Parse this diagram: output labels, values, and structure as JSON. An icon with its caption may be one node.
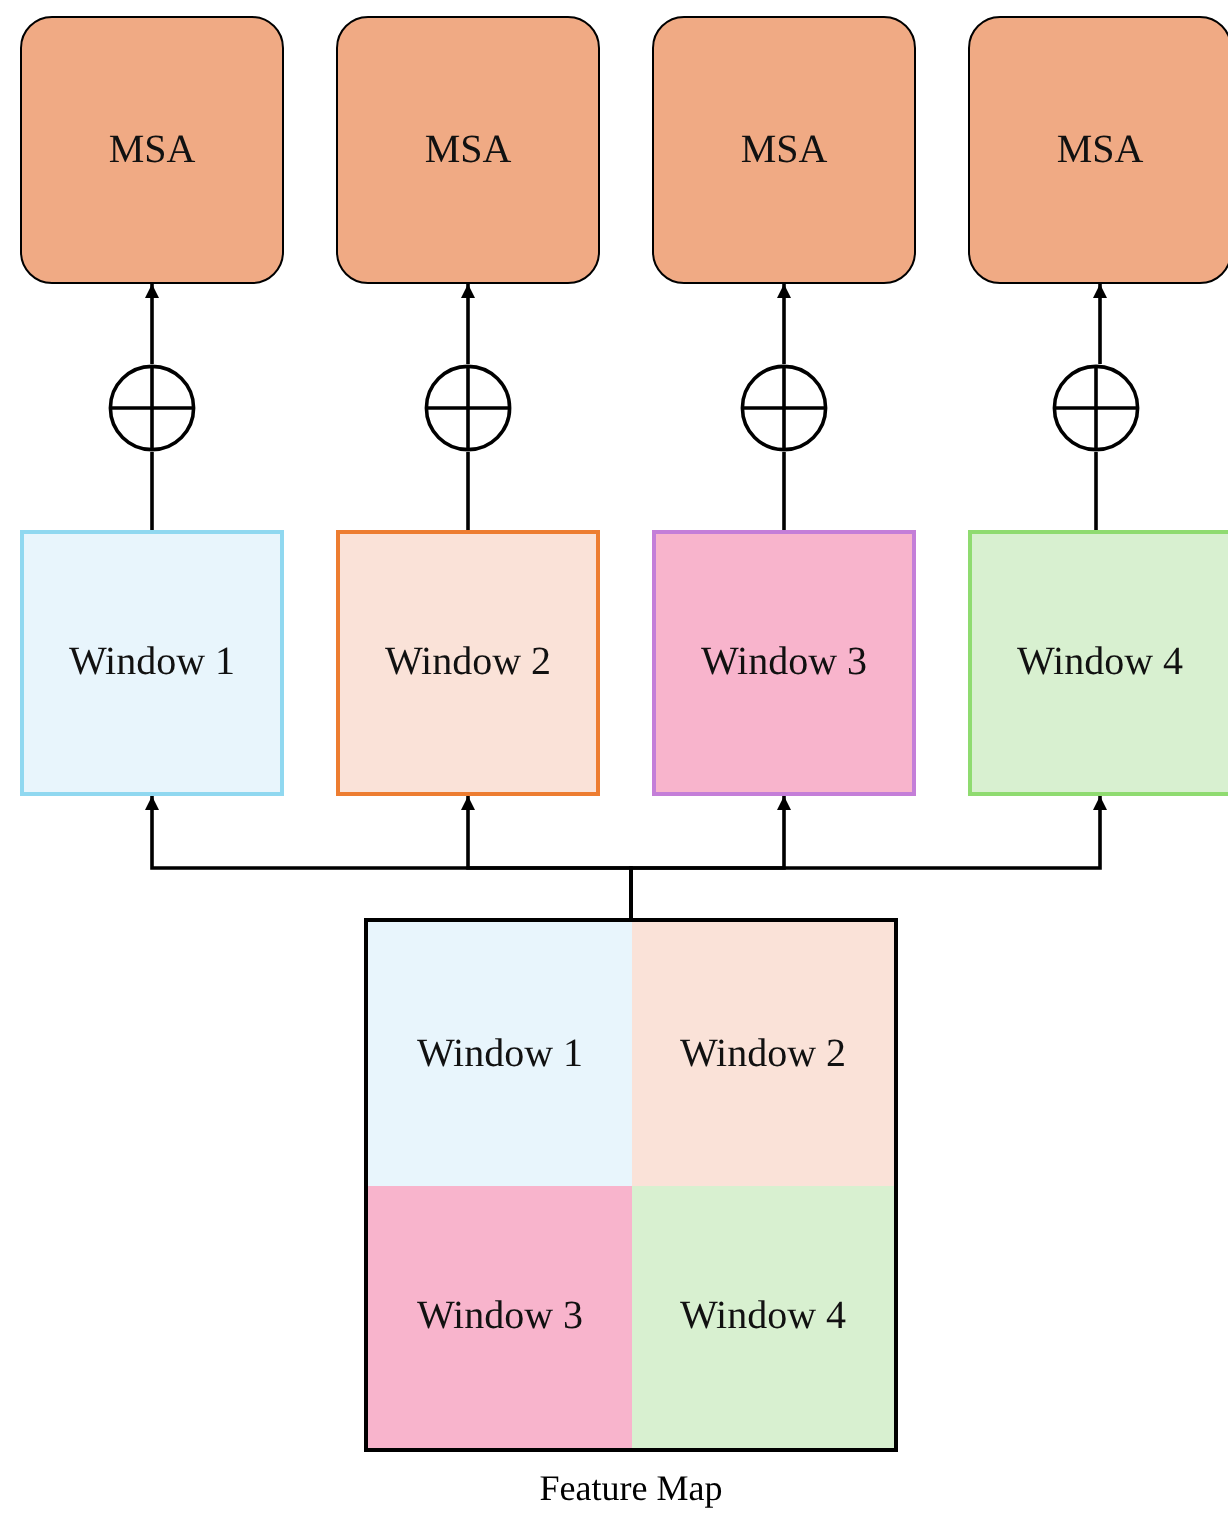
{
  "diagram": {
    "nodes": [
      {
        "text": [
          "MSA"
        ]
      },
      {
        "text": [
          "MSA"
        ]
      },
      {
        "text": [
          "MSA"
        ]
      },
      {
        "text": [
          "MSA"
        ]
      },
      {
        "text": [],
        "shape": "circle"
      },
      {
        "text": [],
        "shape": "circle"
      },
      {
        "text": [],
        "shape": "circle"
      },
      {
        "text": [],
        "shape": "circle"
      },
      {
        "text": [
          "Window 1"
        ]
      },
      {
        "text": [
          "Window 2"
        ]
      },
      {
        "text": [
          "Window 3"
        ]
      },
      {
        "text": [
          "Window 4"
        ]
      },
      {
        "text": [],
        "shape": "box",
        "beside": [
          "Feature Map"
        ]
      },
      {
        "text": [
          "Window 1"
        ],
        "in": 12
      },
      {
        "text": [
          "Window 2"
        ],
        "in": 12
      },
      {
        "text": [
          "Window 3"
        ],
        "in": 12
      },
      {
        "text": [
          "Window 4"
        ],
        "in": 12
      }
    ],
    "edges": [
      {
        "from": 8,
        "to": 4,
        "arrow": "none"
      },
      {
        "from": 4,
        "to": 0,
        "arrow": "to"
      },
      {
        "from": 9,
        "to": 5,
        "arrow": "none"
      },
      {
        "from": 5,
        "to": 1,
        "arrow": "to"
      },
      {
        "from": 10,
        "to": 6,
        "arrow": "none"
      },
      {
        "from": 6,
        "to": 2,
        "arrow": "to"
      },
      {
        "from": 11,
        "to": 7,
        "arrow": "none"
      },
      {
        "from": 7,
        "to": 3,
        "arrow": "to"
      },
      {
        "from": 12,
        "to": 8,
        "arrow": "to"
      },
      {
        "from": 12,
        "to": 9,
        "arrow": "to"
      },
      {
        "from": 12,
        "to": 10,
        "arrow": "to"
      },
      {
        "from": 12,
        "to": 11,
        "arrow": "to"
      }
    ]
  }
}
